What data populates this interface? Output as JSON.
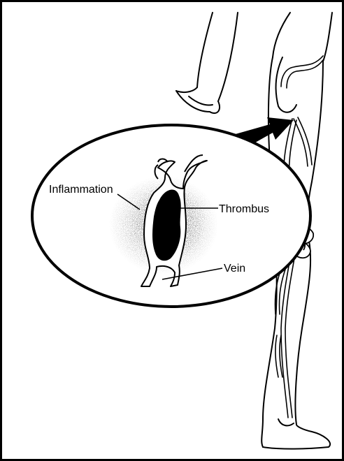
{
  "labels": {
    "inflammation": "Inflammation",
    "thrombus": "Thrombus",
    "vein": "Vein"
  },
  "colors": {
    "ink": "#000000",
    "paper": "#ffffff"
  }
}
